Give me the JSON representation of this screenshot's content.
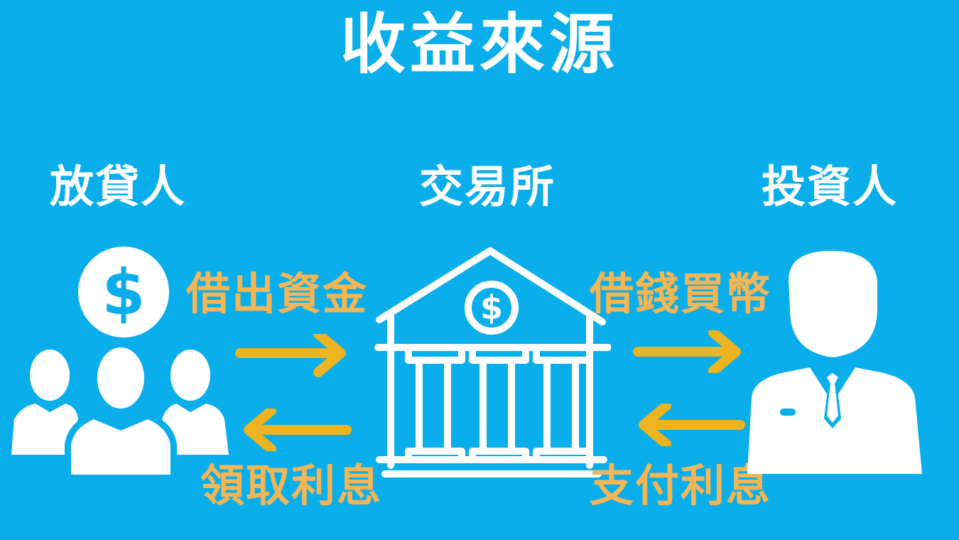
{
  "title": "收益來源",
  "actors": {
    "lender": {
      "label": "放貸人",
      "icon": "group-with-dollar-icon"
    },
    "exchange": {
      "label": "交易所",
      "icon": "bank-icon"
    },
    "investor": {
      "label": "投資人",
      "icon": "businessman-icon"
    }
  },
  "flows": {
    "lend_funds": {
      "label": "借出資金",
      "direction": "lender-to-exchange"
    },
    "receive_interest": {
      "label": "領取利息",
      "direction": "exchange-to-lender"
    },
    "borrow_buy_coins": {
      "label": "借錢買幣",
      "direction": "exchange-to-investor"
    },
    "pay_interest": {
      "label": "支付利息",
      "direction": "investor-to-exchange"
    }
  },
  "colors": {
    "background": "#0aaeea",
    "text_primary": "#ffffff",
    "flow_text": "#f4b555",
    "arrow": "#edb320"
  }
}
